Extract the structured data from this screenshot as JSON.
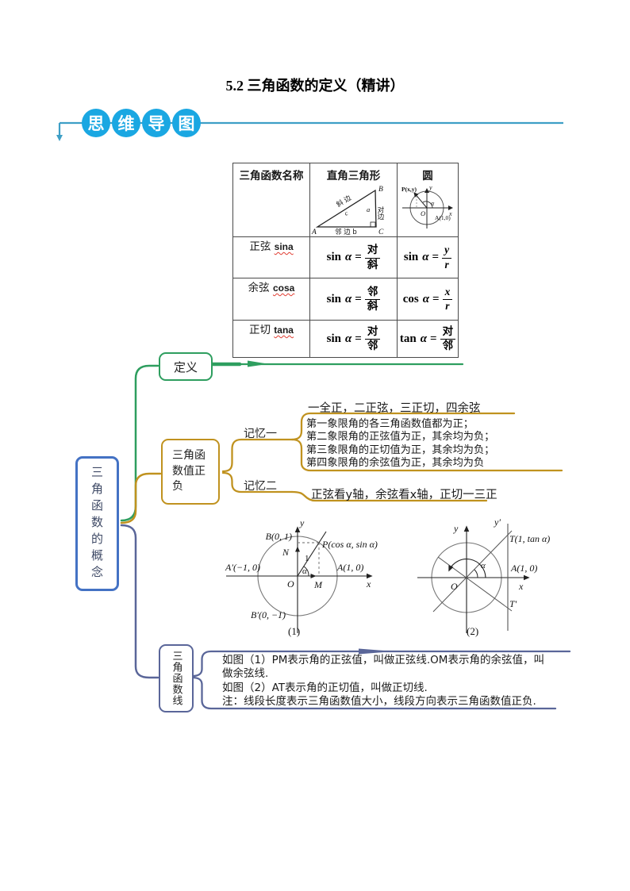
{
  "title": "5.2 三角函数的定义（精讲）",
  "banner": {
    "chars": [
      "思",
      "维",
      "导",
      "图"
    ]
  },
  "symbols": {
    "alpha": "α",
    "eq": "="
  },
  "table": {
    "headers": [
      "三角函数名称",
      "直角三角形",
      "圆"
    ],
    "triangle_diagram": {
      "A": "A",
      "B": "B",
      "C": "C",
      "hyp": "斜 边",
      "c": "c",
      "opp": "对边",
      "a": "a",
      "adj": "邻 边 b",
      "alpha": "a"
    },
    "circle_diagram": {
      "P": "P(x,y)",
      "y": "y",
      "x": "x",
      "O": "O",
      "alpha": "α",
      "A": "A(1,0)"
    },
    "rows": [
      {
        "cn": "正弦",
        "en": "sina",
        "t_fn": "sin",
        "t_num": "对",
        "t_den": "斜",
        "c_fn": "sin",
        "c_num": "y",
        "c_den": "r"
      },
      {
        "cn": "余弦",
        "en": "cosa",
        "t_fn": "sin",
        "t_num": "邻",
        "t_den": "斜",
        "c_fn": "cos",
        "c_num": "x",
        "c_den": "r"
      },
      {
        "cn": "正切",
        "en": "tana",
        "t_fn": "sin",
        "t_num": "对",
        "t_den": "邻",
        "c_fn": "tan",
        "c_num": "对",
        "c_den": "邻"
      }
    ]
  },
  "mindmap": {
    "root": "三角函数的概念",
    "definition": "定义",
    "sign_node": "三角函数值正负",
    "memory1": "记忆一",
    "memory2": "记忆二",
    "rule_summary": "一全正，二正弦，三正切，四余弦",
    "quadrant_lines": [
      "第一象限角的各三角函数值都为正；",
      "第二象限角的正弦值为正，其余均为负；",
      "第三象限角的正切值为正，其余均为负；",
      "第四象限角的余弦值为正，其余均为负"
    ],
    "memory2_text": "正弦看y轴，余弦看x轴，正切一三正",
    "lines_node": "三角函数线",
    "lines_text": [
      "如图（1）PM表示角的正弦值，叫做正弦线.OM表示角的余弦值，叫",
      "做余弦线.",
      "如图（2）AT表示角的正切值，叫做正切线.",
      "注：线段长度表示三角函数值大小，线段方向表示三角函数值正负."
    ]
  },
  "figure1": {
    "caption": "(1)",
    "y": "y",
    "x": "x",
    "O": "O",
    "M": "M",
    "N": "N",
    "one": "1",
    "alpha": "α",
    "B": "B(0, 1)",
    "A_neg": "A′(−1, 0)",
    "A": "A(1, 0)",
    "B_neg": "B′(0, −1)",
    "P": "P(cos α, sin α)"
  },
  "figure2": {
    "caption": "(2)",
    "y": "y",
    "y_prime": "y′",
    "x": "x",
    "O": "O",
    "alpha": "α",
    "T": "T(1, tan α)",
    "A": "A(1, 0)",
    "T_prime": "T′"
  },
  "colors": {
    "branch_green": "#2E9E5F",
    "branch_gold": "#C0921F",
    "root_blue": "#4472C4",
    "branch_slate": "#5A6699",
    "banner_blue": "#1AA7E2",
    "banner_line": "#3E9FC6",
    "spellcheck_red": "#E03C31"
  }
}
